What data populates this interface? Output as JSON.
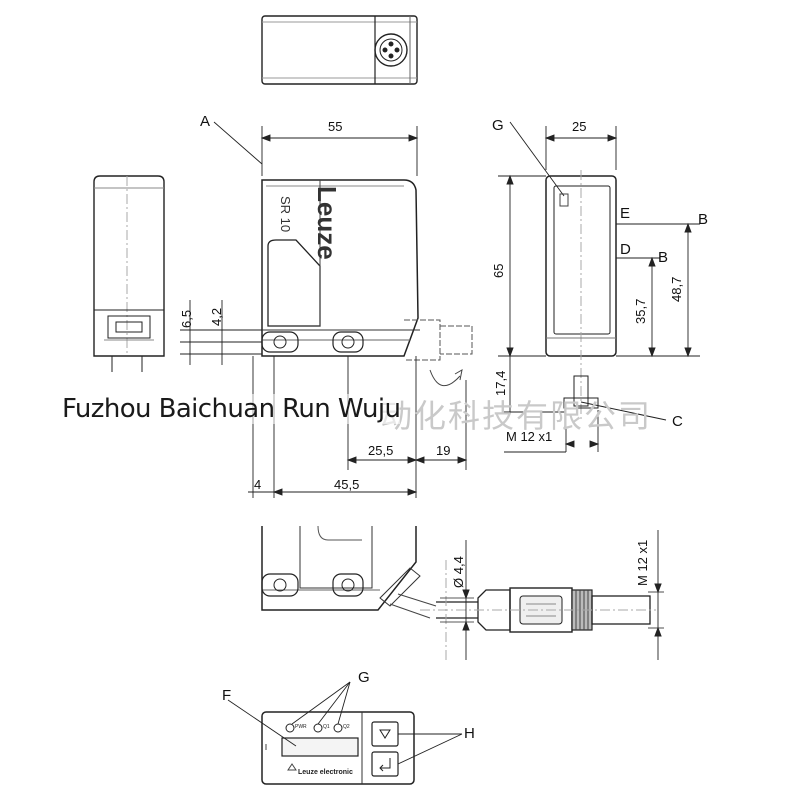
{
  "drawing": {
    "labels": {
      "A": "A",
      "B1": "B",
      "B2": "B",
      "C": "C",
      "D": "D",
      "E": "E",
      "F": "F",
      "G1": "G",
      "G2": "G",
      "H": "H"
    },
    "dims": {
      "d55": "55",
      "d25": "25",
      "d65": "65",
      "d6_5": "6,5",
      "d4_2": "4,2",
      "d35_7": "35,7",
      "d48_7": "48,7",
      "d17_4": "17,4",
      "m12_top": "M 12 x1",
      "d25_5": "25,5",
      "d19": "19",
      "d4": "4",
      "d45_5": "45,5",
      "d4_4": "Ø 4,4",
      "m12_side": "M 12 x1"
    },
    "sensor_text": {
      "brand": "Leuze",
      "model": "SR 10",
      "panel_brand": "Leuze electronic",
      "led_pwr": "PWR",
      "led_q1": "Q1",
      "led_q2": "Q2"
    },
    "watermark": {
      "company_en": "Fuzhou Baichuan Run Wuju",
      "company_cn": "动化科技有限公司"
    }
  }
}
